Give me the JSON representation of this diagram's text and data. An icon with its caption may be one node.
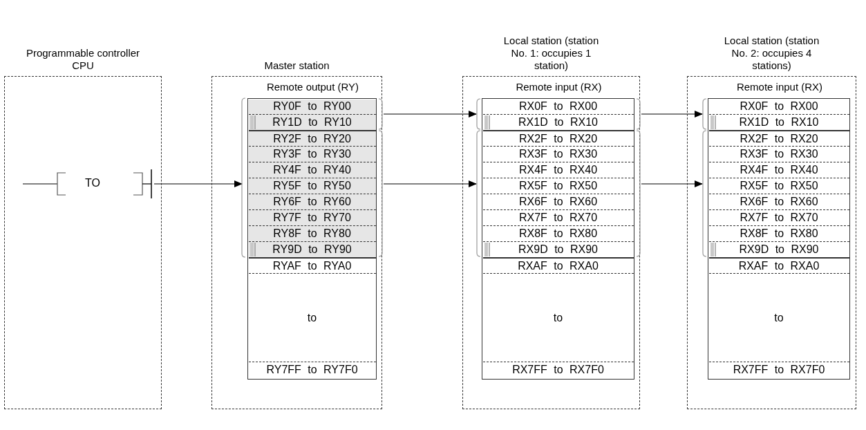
{
  "diagram": {
    "nodes": [
      {
        "text": [
          "Programmable controller CPU"
        ]
      },
      {
        "text": [
          "TO"
        ],
        "in": 0
      },
      {
        "text": [
          "Master station"
        ]
      },
      {
        "text": [
          "Remote output (RY)"
        ],
        "in": 2
      },
      {
        "text": [
          "RY0F to RY00",
          "RY1D to RY10"
        ],
        "in": 3
      },
      {
        "text": [
          "RY2F to RY20",
          "RY3F to RY30",
          "RY4F to RY40",
          "RY5F to RY50",
          "RY6F to RY60",
          "RY7F to RY70",
          "RY8F to RY80",
          "RY9D to RY90"
        ],
        "in": 3
      },
      {
        "text": [
          "RYAF to RYA0",
          "to",
          "RY7FF to RY7F0"
        ],
        "in": 3
      },
      {
        "text": [
          "Local station (station No. 1: occupies 1 station)"
        ]
      },
      {
        "text": [
          "Remote input (RX)"
        ],
        "in": 7
      },
      {
        "text": [
          "RX0F to RX00",
          "RX1D to RX10"
        ],
        "in": 8
      },
      {
        "text": [
          "RX2F to RX20",
          "RX3F to RX30",
          "RX4F to RX40",
          "RX5F to RX50",
          "RX6F to RX60",
          "RX7F to RX70",
          "RX8F to RX80",
          "RX9D to RX90"
        ],
        "in": 8
      },
      {
        "text": [
          "RXAF to RXA0",
          "to",
          "RX7FF to RX7F0"
        ],
        "in": 8
      },
      {
        "text": [
          "Local station (station No. 2: occupies 4 stations)"
        ]
      },
      {
        "text": [
          "Remote input (RX)"
        ],
        "in": 12
      },
      {
        "text": [
          "RX0F to RX00",
          "RX1D to RX10"
        ],
        "in": 13
      },
      {
        "text": [
          "RX2F to RX20",
          "RX3F to RX30",
          "RX4F to RX40",
          "RX5F to RX50",
          "RX6F to RX60",
          "RX7F to RX70",
          "RX8F to RX80",
          "RX9D to RX90"
        ],
        "in": 13
      },
      {
        "text": [
          "RXAF to RXA0",
          "to",
          "RX7FF to RX7F0"
        ],
        "in": 13
      }
    ],
    "edges": [
      {
        "from": 1,
        "to": 5,
        "arrow": "to"
      },
      {
        "from": 4,
        "to": 9,
        "arrow": "to"
      },
      {
        "from": 5,
        "to": 10,
        "arrow": "to"
      },
      {
        "from": 9,
        "to": 14,
        "arrow": "to"
      },
      {
        "from": 10,
        "to": 15,
        "arrow": "to"
      }
    ]
  }
}
